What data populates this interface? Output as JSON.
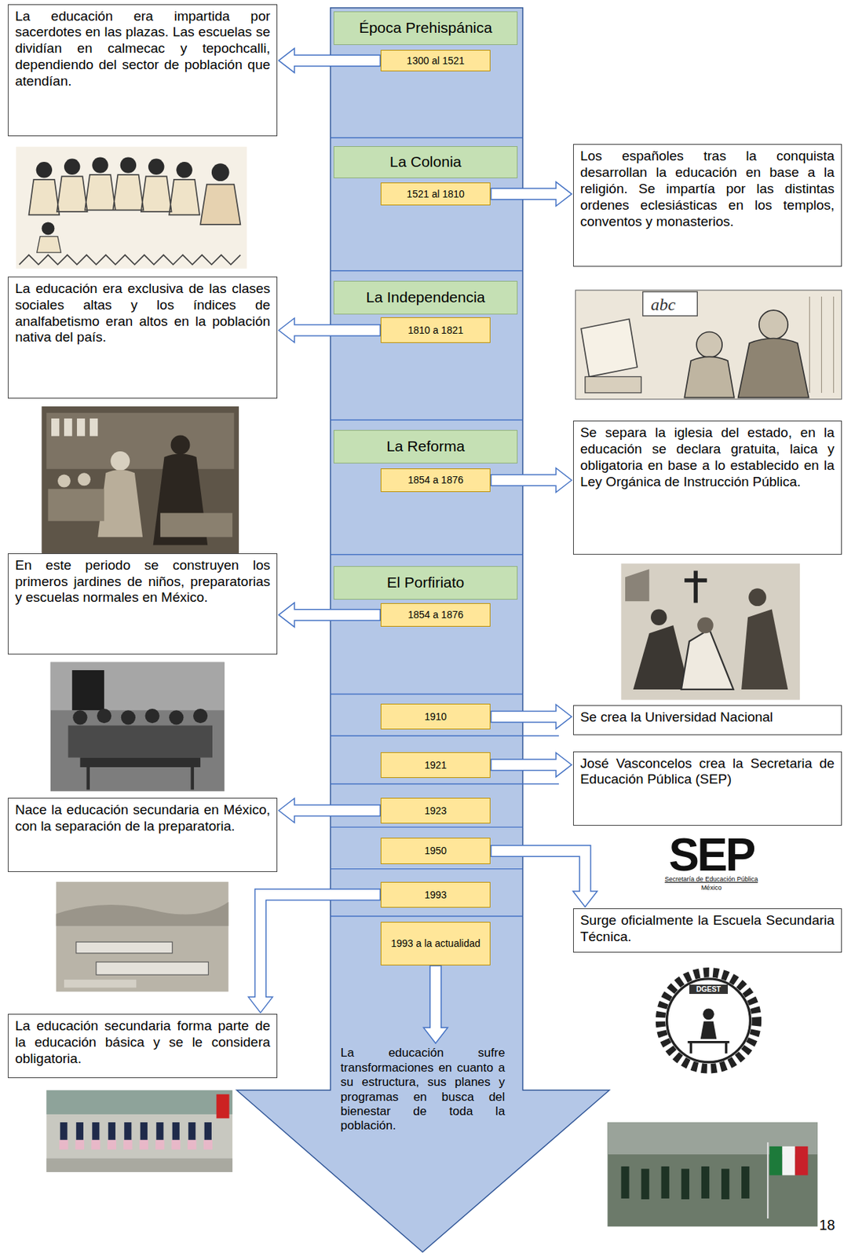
{
  "diagram": {
    "nodes": [
      {
        "text": [
          "La educación sufre transformaciones en cuanto a su estructura, sus planes y programas en busca del bienestar de toda la población."
        ]
      },
      {
        "text": [
          "Época Prehispánica"
        ],
        "in": 0
      },
      {
        "text": [
          "1300 al 1521"
        ],
        "in": 0
      },
      {
        "text": [
          "La Colonia"
        ],
        "in": 0
      },
      {
        "text": [
          "1521 al 1810"
        ],
        "in": 0
      },
      {
        "text": [
          "La Independencia"
        ],
        "in": 0
      },
      {
        "text": [
          "1810 a 1821"
        ],
        "in": 0
      },
      {
        "text": [
          "La Reforma"
        ],
        "in": 0
      },
      {
        "text": [
          "1854 a 1876"
        ],
        "in": 0
      },
      {
        "text": [
          "El Porfiriato"
        ],
        "in": 0
      },
      {
        "text": [
          "1854 a 1876"
        ],
        "in": 0
      },
      {
        "text": [
          "1910"
        ],
        "in": 0
      },
      {
        "text": [
          "1921"
        ],
        "in": 0
      },
      {
        "text": [
          "1923"
        ],
        "in": 0
      },
      {
        "text": [
          "1950"
        ],
        "in": 0
      },
      {
        "text": [
          "1993"
        ],
        "in": 0
      },
      {
        "text": [
          "1993 a la actualidad"
        ],
        "in": 0
      },
      {
        "text": [
          "La educación era impartida por sacerdotes en las plazas. Las escuelas se dividían en calmecac y tepochcalli, dependiendo del sector de población que atendían."
        ]
      },
      {
        "text": [
          "Los españoles tras la conquista desarrollan la educación en base a la religión. Se impartía por las distintas ordenes eclesiásticas en los templos, conventos y monasterios."
        ]
      },
      {
        "text": [
          "La educación era exclusiva de las clases sociales altas y los índices de analfabetismo eran altos en la población nativa del país."
        ]
      },
      {
        "text": [
          "Se separa la iglesia del estado, en la educación se declara gratuita, laica y obligatoria en base a lo establecido en la Ley Orgánica de Instrucción Pública."
        ]
      },
      {
        "text": [
          "En este periodo se construyen los primeros jardines de niños, preparatorias y escuelas normales en México."
        ]
      },
      {
        "text": [
          "Se crea la Universidad Nacional"
        ]
      },
      {
        "text": [
          "José Vasconcelos crea la Secretaria de Educación Pública (SEP)"
        ]
      },
      {
        "text": [
          "Nace la educación secundaria en México, con la separación de la preparatoria."
        ]
      },
      {
        "text": [
          "Surge oficialmente la Escuela Secundaria Técnica."
        ]
      },
      {
        "text": [
          "La educación secundaria forma parte de la educación básica y se le considera obligatoria."
        ]
      }
    ],
    "edges": [
      {
        "from": 2,
        "to": 17,
        "arrow": "to"
      },
      {
        "from": 4,
        "to": 18,
        "arrow": "to"
      },
      {
        "from": 6,
        "to": 19,
        "arrow": "to"
      },
      {
        "from": 8,
        "to": 20,
        "arrow": "to"
      },
      {
        "from": 10,
        "to": 21,
        "arrow": "to"
      },
      {
        "from": 11,
        "to": 22,
        "arrow": "to"
      },
      {
        "from": 12,
        "to": 23,
        "arrow": "to"
      },
      {
        "from": 13,
        "to": 24,
        "arrow": "to"
      },
      {
        "from": 14,
        "to": 25,
        "arrow": "to"
      },
      {
        "from": 15,
        "to": 26,
        "arrow": "to"
      },
      {
        "from": 16,
        "to": 0,
        "arrow": "to"
      }
    ],
    "labels": [
      "abc",
      "SEP",
      "Secretaría de Educación Pública",
      "México",
      "DGEST",
      "18"
    ]
  }
}
